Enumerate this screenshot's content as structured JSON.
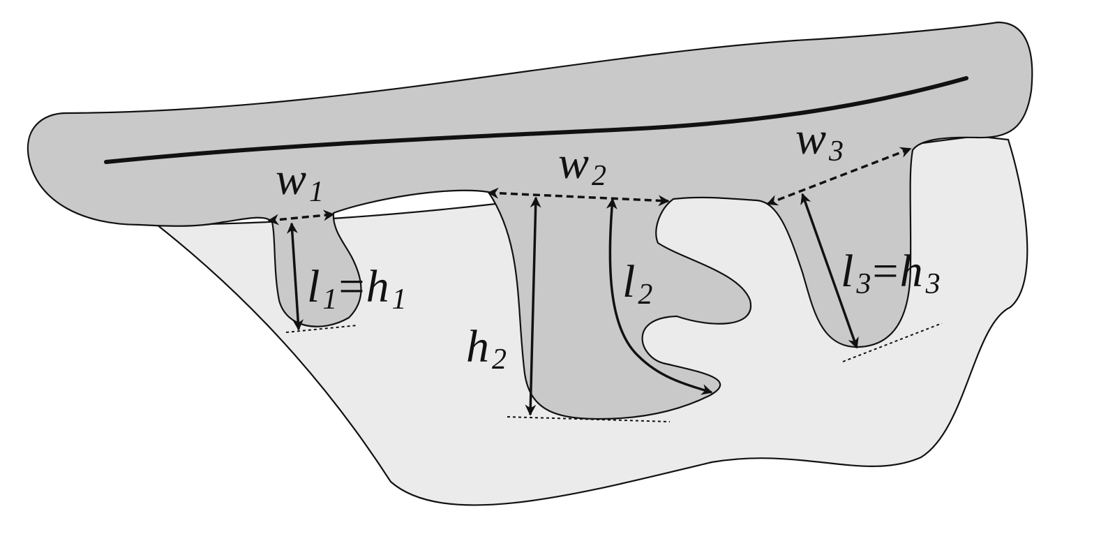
{
  "colors": {
    "background": "#ffffff",
    "lower_body": "#ebebeb",
    "upper_band": "#c9c9c9",
    "outline": "#111111"
  },
  "labels": {
    "w1": {
      "letter": "w",
      "sub": "1"
    },
    "w2": {
      "letter": "w",
      "sub": "2"
    },
    "w3": {
      "letter": "w",
      "sub": "3"
    },
    "l1": {
      "letter": "l",
      "sub": "1"
    },
    "h1": {
      "letter": "h",
      "sub": "1"
    },
    "l2": {
      "letter": "l",
      "sub": "2"
    },
    "h2": {
      "letter": "h",
      "sub": "2"
    },
    "l3": {
      "letter": "l",
      "sub": "3"
    },
    "h3": {
      "letter": "h",
      "sub": "3"
    },
    "equals": "="
  }
}
